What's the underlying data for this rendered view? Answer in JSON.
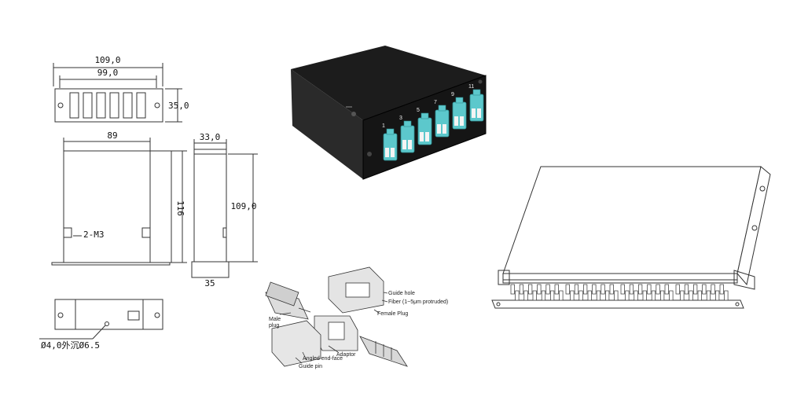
{
  "drawings": {
    "front_view": {
      "width_overall": "109,0",
      "width_inner": "99,0",
      "height": "35,0"
    },
    "side_view": {
      "width": "89",
      "height": "116",
      "screw_label": "2-M3"
    },
    "end_view": {
      "width_top": "33,0",
      "height": "109,0",
      "width_bottom": "35"
    },
    "bottom_view": {
      "hole_label": "Ø4,0外沉Ø6.5"
    }
  },
  "cassette_photo": {
    "port_numbers": [
      "1",
      "3",
      "5",
      "7",
      "9",
      "11"
    ]
  },
  "connector_diagram": {
    "labels": {
      "guide_hole": "Guide hole",
      "fiber": "Fiber (1~5μm protruded)",
      "female_plug": "Female Plug",
      "male_plug": "Male plug",
      "adaptor": "Adaptor",
      "angled_end_face": "Angled end-face",
      "guide_pin": "Guide pin"
    }
  },
  "colors": {
    "adapter_aqua": "#5cc8cc",
    "cassette_body": "#222222",
    "line": "#333333"
  }
}
